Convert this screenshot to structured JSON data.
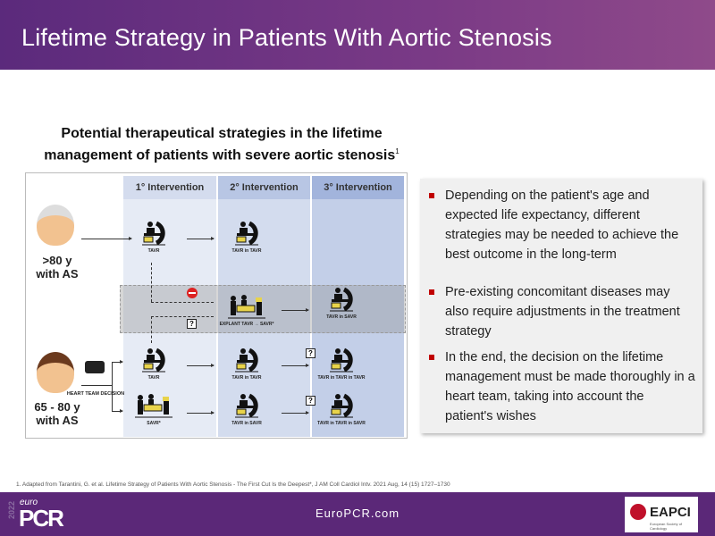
{
  "header": {
    "title": "Lifetime Strategy in Patients With Aortic Stenosis"
  },
  "figure": {
    "title": "Potential therapeutical strategies in the lifetime management of patients with severe aortic stenosis",
    "title_ref": "1",
    "columns": [
      "1° Intervention",
      "2° Intervention",
      "3° Intervention"
    ],
    "patients": [
      {
        "label": "&gt;80 y",
        "label2": "with AS"
      },
      {
        "label": "65 - 80 y",
        "label2": "with AS"
      }
    ],
    "heart_team": "HEART TEAM DECISION",
    "labels": {
      "tavr1": "TAVR",
      "tavr_in_tavr1": "TAVR in TAVR",
      "explant": "EXPLANT TAVR → SAVR*",
      "tavr_in_savr_band": "TAVR in SAVR",
      "tavr2": "TAVR",
      "tavr_in_tavr2": "TAVR in TAVR",
      "tavr3": "TAVR in TAVR in TAVR",
      "savr": "SAVR*",
      "tavr_in_savr": "TAVR in SAVR",
      "tavr_tavr_savr": "TAVR in TAVR in SAVR"
    },
    "question": "?"
  },
  "bullets": [
    "Depending on the patient's age and expected life expectancy, different strategies may be needed to achieve the best outcome in the long-term",
    "Pre-existing concomitant diseases may also require adjustments  in the treatment strategy",
    "In the end, the decision on the lifetime management  must be made thoroughly in a heart team, taking into account the patient's wishes"
  ],
  "footnote": "1.     Adapted from Tarantini, G. et al. Lifetime Strategy of Patients With Aortic Stenosis - The First Cut Is the Deepest*,  J AM Coll Cardiol Intv. 2021 Aug, 14 (15) 1727–1730",
  "footer": {
    "site": "EuroPCR.com",
    "logo_year": "2022",
    "logo_euro": "euro",
    "logo_pcr": "PCR",
    "partner": "EAPCI",
    "partner_sub": "European Society of Cardiology"
  }
}
